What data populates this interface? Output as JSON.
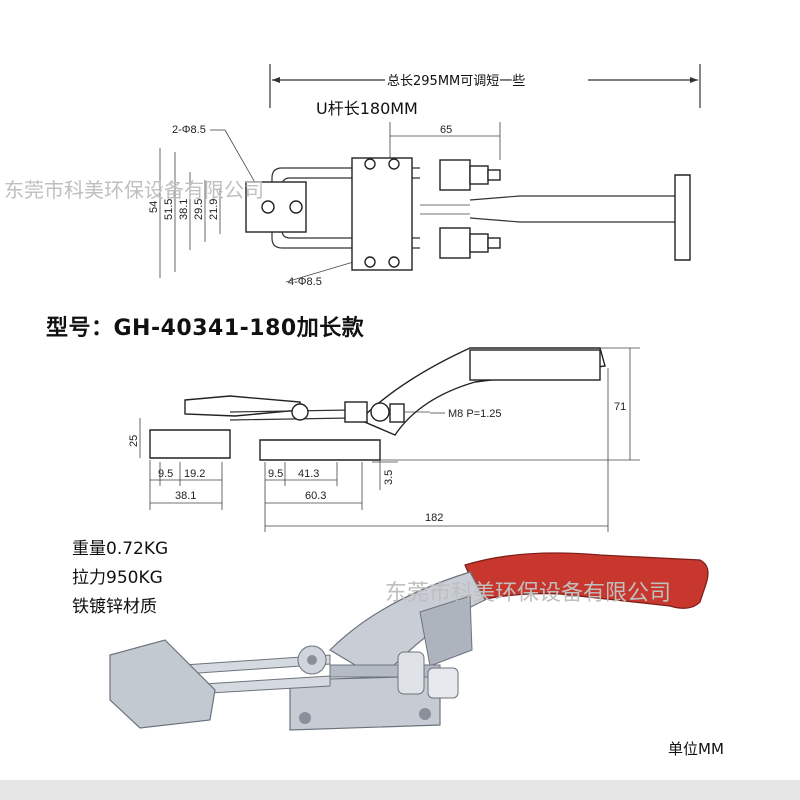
{
  "top_drawing": {
    "overall_length": "总长295MM可调短一些",
    "u_rod_length": "U杆长180MM",
    "hole_top": "2-Φ8.5",
    "hole_bottom": "4-Φ8.5",
    "dim_65": "65",
    "vertical_dims": [
      "54",
      "51.5",
      "38.1",
      "29.5",
      "21.9"
    ]
  },
  "model_label": "型号：GH-40341-180加长款",
  "side_drawing": {
    "thread": "M8 P=1.25",
    "dim_71": "71",
    "dim_25": "25",
    "dim_9_5_a": "9.5",
    "dim_19_2": "19.2",
    "dim_38_1": "38.1",
    "dim_9_5_b": "9.5",
    "dim_41_3": "41.3",
    "dim_60_3": "60.3",
    "dim_3_5": "3.5",
    "dim_182": "182"
  },
  "specs": [
    "重量0.72KG",
    "拉力950KG",
    "铁镀锌材质"
  ],
  "unit_label": "单位MM",
  "watermark": "东莞市科美环保设备有限公司",
  "colors": {
    "handle_grip": "#c8372d",
    "metal": "#c9ced6",
    "background": "#ffffff"
  }
}
